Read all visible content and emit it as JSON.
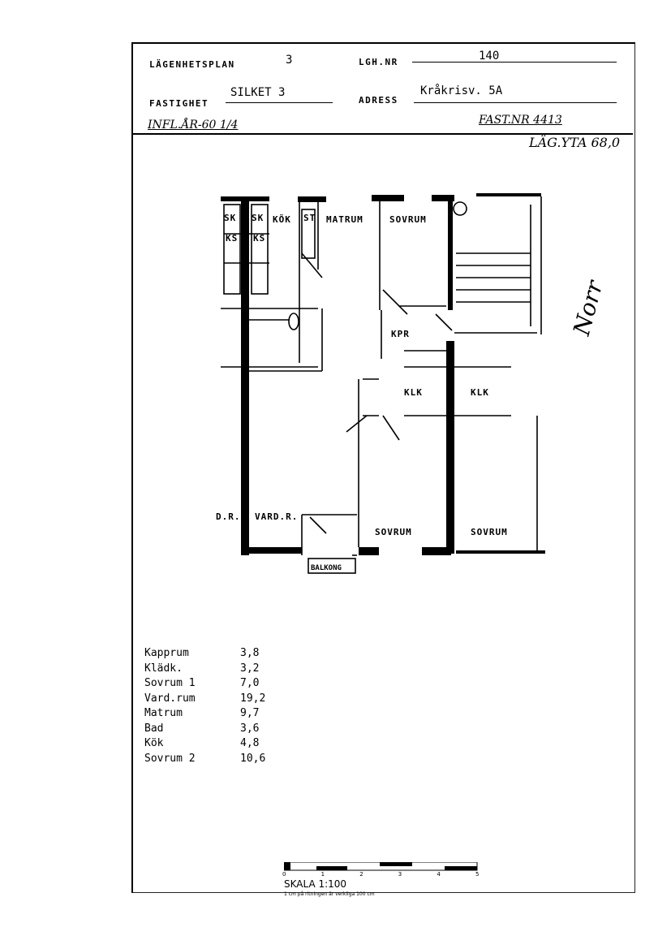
{
  "header": {
    "plan_label": "LÄGENHETSPLAN",
    "plan_number": "3",
    "apt_label": "LGH.NR",
    "apt_number": "140",
    "property_label": "FASTIGHET",
    "property_name": "SILKET 3",
    "address_label": "ADRESS",
    "address_value": "Kråkrisv. 5A",
    "note_left": "INFL.ÅR-60 1/4",
    "note_right": "FAST.NR 4413",
    "area_note": "LÄG.YTA 68,0"
  },
  "plan_labels": {
    "sk1": "SK",
    "sk2": "SK",
    "ks1": "KS",
    "ks2": "KS",
    "kok": "KÖK",
    "st": "ST",
    "matrum": "MATRUM",
    "sovrum_top": "SOVRUM",
    "kpr": "KPR",
    "klk1": "KLK",
    "klk2": "KLK",
    "dr": "D.R.",
    "vardrum": "VARD.R.",
    "balkong": "BALKONG",
    "sovrum_bl": "SOVRUM",
    "sovrum_br": "SOVRUM",
    "north": "Norr"
  },
  "rooms": [
    {
      "name": "Kapprum",
      "area": "3,8"
    },
    {
      "name": "Klädk.",
      "area": "3,2"
    },
    {
      "name": "Sovrum 1",
      "area": "7,0"
    },
    {
      "name": "Vard.rum",
      "area": "19,2"
    },
    {
      "name": "Matrum",
      "area": "9,7"
    },
    {
      "name": "Bad",
      "area": "3,6"
    },
    {
      "name": "Kök",
      "area": "4,8"
    },
    {
      "name": "Sovrum 2",
      "area": "10,6"
    }
  ],
  "scale": {
    "title": "SKALA 1:100",
    "subtitle": "1 cm på ritningen är verkliga 100 cm",
    "ticks": [
      "0",
      "1",
      "2",
      "3",
      "4",
      "5"
    ]
  }
}
